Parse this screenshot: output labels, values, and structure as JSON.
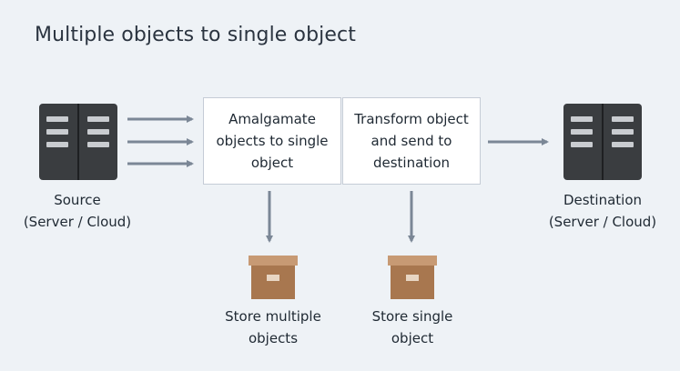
{
  "title": "Multiple objects to single object",
  "source": {
    "label_line1": "Source",
    "label_line2": "(Server / Cloud)",
    "icon": "server-icon"
  },
  "destination": {
    "label_line1": "Destination",
    "label_line2": "(Server / Cloud)",
    "icon": "server-icon"
  },
  "steps": [
    {
      "text": "Amalgamate objects to single object"
    },
    {
      "text": "Transform object and send to destination"
    }
  ],
  "stores": [
    {
      "label_line1": "Store multiple",
      "label_line2": "objects",
      "icon": "archive-box-icon"
    },
    {
      "label_line1": "Store single",
      "label_line2": "object",
      "icon": "archive-box-icon"
    }
  ],
  "colors": {
    "background": "#eef2f6",
    "arrow": "#7b8796",
    "server": "#3a3d40",
    "box_border": "#c5ccd6",
    "archive": "#a8774f"
  }
}
